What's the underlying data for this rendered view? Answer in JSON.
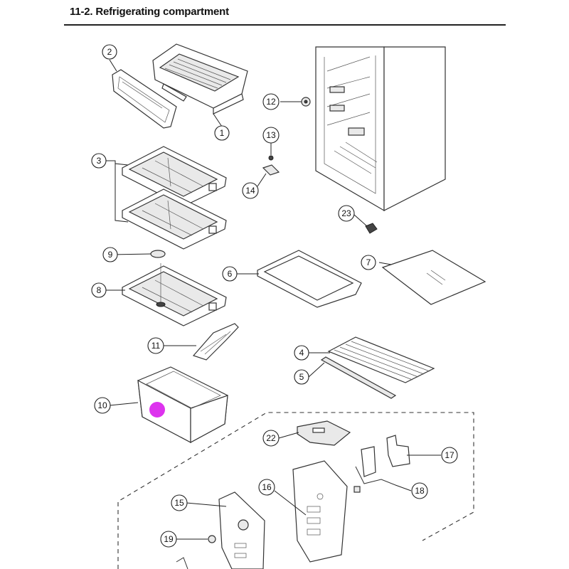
{
  "header": {
    "title": "11-2. Refrigerating compartment"
  },
  "callouts": [
    "1",
    "2",
    "3",
    "4",
    "5",
    "6",
    "7",
    "8",
    "9",
    "10",
    "11",
    "12",
    "13",
    "14",
    "15",
    "16",
    "17",
    "18",
    "19",
    "22",
    "23"
  ],
  "colors": {
    "marker": "#dd33ee",
    "line": "#333333"
  }
}
